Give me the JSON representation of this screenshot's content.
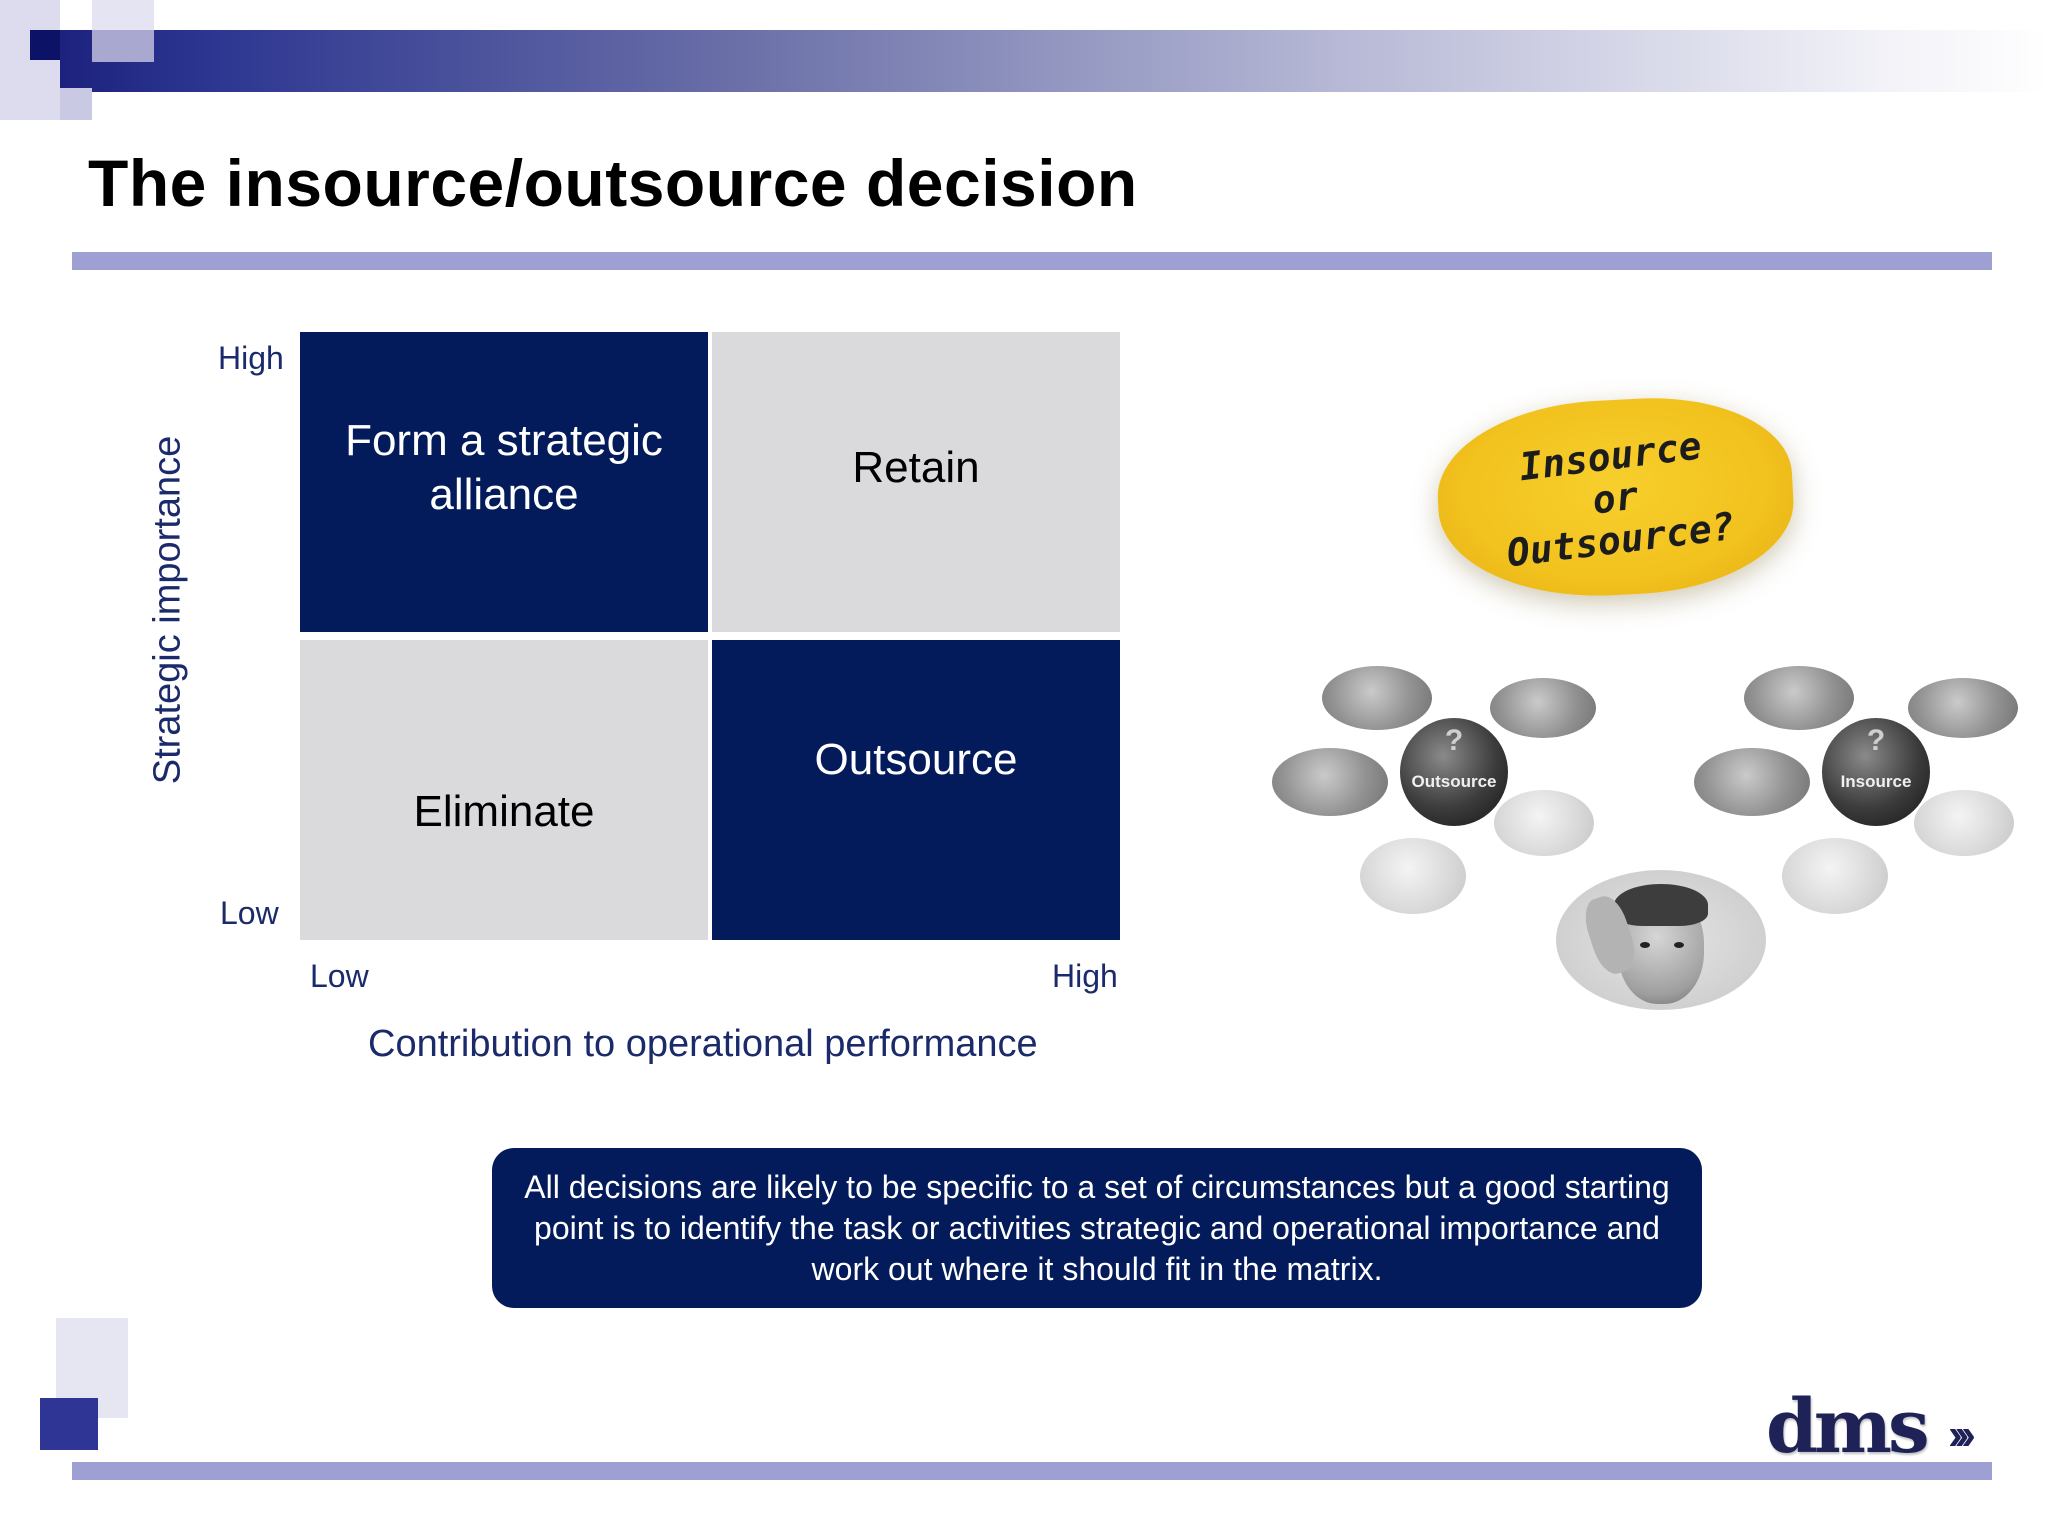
{
  "slide": {
    "title": "The insource/outsource decision"
  },
  "matrix": {
    "cells": {
      "top_left": "Form a strategic alliance",
      "top_right": "Retain",
      "bottom_left": "Eliminate",
      "bottom_right": "Outsource"
    },
    "y_axis": {
      "label": "Strategic importance",
      "high": "High",
      "low": "Low"
    },
    "x_axis": {
      "label": "Contribution to operational performance",
      "low": "Low",
      "high": "High"
    },
    "colors": {
      "dark": "#031b5b",
      "light": "#dadadd"
    }
  },
  "note": {
    "text": "All decisions are likely to be specific to a set of circumstances but a good starting point is to identify the task or activities strategic and operational importance and work out where it should fit in the matrix."
  },
  "illustration": {
    "sticky_note": {
      "line1": "Insource",
      "line2": "or",
      "line3": "Outsource?"
    },
    "left_hub": "Outsource",
    "right_hub": "Insource",
    "hub_symbol": "?"
  },
  "logo": {
    "text": "dms",
    "arrows": "›››"
  },
  "theme": {
    "accent_bar": "#9ea0d3",
    "navy": "#031b5b"
  }
}
